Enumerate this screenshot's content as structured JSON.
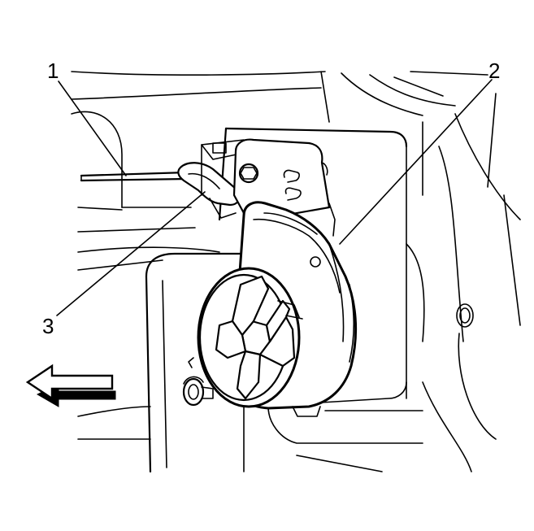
{
  "diagram": {
    "callouts": [
      {
        "id": "1",
        "label": "1"
      },
      {
        "id": "2",
        "label": "2"
      },
      {
        "id": "3",
        "label": "3"
      }
    ],
    "direction_arrow": {
      "direction": "left"
    },
    "colors": {
      "line": "#000000",
      "background": "#ffffff"
    }
  }
}
